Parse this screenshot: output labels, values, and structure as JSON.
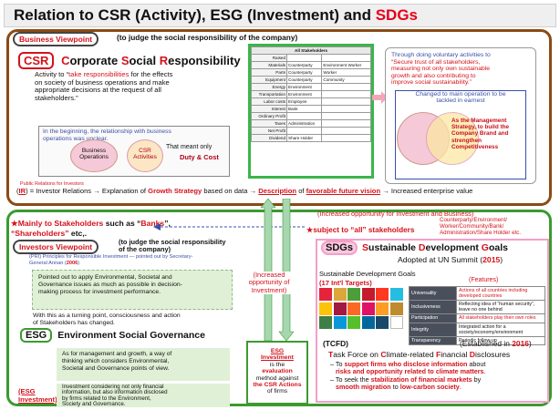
{
  "title": {
    "part1": "Relation to CSR (Activity), ESG (Investment) and ",
    "part2": "SDGs"
  },
  "business_viewpoint": {
    "label": "Business Viewpoint",
    "desc": "(to judge the social responsibility of the company)"
  },
  "csr": {
    "badge": "CSR",
    "full_c": "C",
    "full_orporate": "orporate ",
    "full_s": "S",
    "full_ocial": "ocial ",
    "full_r": "R",
    "full_esponsibility": "esponsibility",
    "line1a": "Activity to “",
    "line1b": "take responsibilities",
    "line1c": " for the effects",
    "line2": "on society of business operations and make",
    "line3": "appropriate decisions at the request of all",
    "line4": "stakeholders.”",
    "origin_line1": "In the beginning, the relationship with business",
    "origin_line2": "operations was unclear.",
    "circle_left": "Business Operations",
    "circle_right": "CSR Activities",
    "meant_only": "That meant only",
    "duty_cost": "Duty & Cost"
  },
  "ir": {
    "small_label": "Public Relations for Investors",
    "abbr": "IR",
    "line_a": " = Investor Relations → Explanation of ",
    "growth": "Growth Strategy",
    "line_b": " based on data → ",
    "description": "Description",
    "line_c": " of ",
    "future": "favorable future vision",
    "line_d": " → Increased enterprise value"
  },
  "stake_table": {
    "header": "All Stakeholders",
    "rows": [
      [
        "Raised",
        "",
        ""
      ],
      [
        "Materials",
        "Counterparty",
        "Environment Worker"
      ],
      [
        "Parts",
        "Counterparty",
        "Worker"
      ],
      [
        "Equipment",
        "Counterparty",
        "Community"
      ],
      [
        "Energy",
        "Environment",
        ""
      ],
      [
        "Transportation",
        "Environment",
        ""
      ],
      [
        "Labor costs",
        "Employee",
        ""
      ],
      [
        "Interest",
        "Bank",
        ""
      ],
      [
        "Ordinary Profit",
        "",
        ""
      ],
      [
        "Taxes",
        "Administration",
        ""
      ],
      [
        "Net Profit",
        "",
        ""
      ],
      [
        "Dividend",
        "Share Holder",
        ""
      ]
    ]
  },
  "voluntary": {
    "line1": "Through doing voluntary activities to",
    "line2": "“Secure trust of all stakeholders,",
    "line3": "measuring not only own sustainable",
    "line4": "growth and also contributing to",
    "line5": "improve social sustainability.”",
    "changed1": "Changed to main operation to be",
    "changed2": "tackled in earnest",
    "strategy1": "As the Management",
    "strategy2": "Strategy, to build the",
    "strategy3": "Company Brand and",
    "strategy4": "strengthen",
    "strategy5": "Competitiveness"
  },
  "increased_top": "Increased opportunity for Investment and Business",
  "mainly": {
    "star": "★",
    "a": "Mainly to Stakeholders",
    "b": " such as “",
    "banks": "Banks",
    "c": "”,",
    "shareholders": "“Shareholders”",
    "d": " etc,."
  },
  "subject": {
    "star": "★",
    "a": "subject to “",
    "all": "all",
    "b": "” stakeholders",
    "list1": "Counterparty/Environment/",
    "list2": "Worker/Community/Bank/",
    "list3": "Administration/Share Holder etc."
  },
  "investors_viewpoint": {
    "label": "Investors Viewpoint",
    "desc1": "(to judge the social responsibility",
    "desc2": "of the company)",
    "pri1": "(PRI) Principles for Responsible Investment — pointed out by Secretary-",
    "pri2": "General Annan (",
    "pri_year": "2006",
    "pri3": ")"
  },
  "green1": {
    "l1": "Pointed out to apply Environmental, Societal and",
    "l2": "Governance issues as much as possible in decision-",
    "l3": "making process for investment performance."
  },
  "turning": {
    "l1": "With this as a turning point, consciousness and action",
    "l2": "of Stakeholders has changed."
  },
  "esg": {
    "badge": "ESG",
    "full": "Environment Social Governance",
    "green_l1": "As for management and growth, a way of",
    "green_l2": "thinking which considers Environmental,",
    "green_l3": "Societal and Governance points of view."
  },
  "esg_investment_label": {
    "l1": "(ESG",
    "l2": "Investment)"
  },
  "green3": {
    "l1": "Investment considering not only financial",
    "l2": "information, but also information disclosed",
    "l3": "by firms related to the Environment,",
    "l4": "Society and Governance."
  },
  "increased_mid": {
    "l1": "(Increased",
    "l2": "opportunity of",
    "l3": "Investment)"
  },
  "esg_box": {
    "l1": "ESG",
    "l2": "Investment",
    "l3": "is the",
    "l4": "evaluation",
    "l5": "method against",
    "l6": "the CSR Actions",
    "l7": "of firms"
  },
  "sdgs": {
    "badge": "SDGs",
    "title_a": "S",
    "title_b": "ustainable ",
    "title_c": "D",
    "title_d": "evelopment ",
    "title_e": "G",
    "title_f": "oals",
    "adopted": "Adopted at UN Summit (",
    "year": "2015",
    "adopted_end": ")",
    "goals_line": "Sustainable Development Goals",
    "targets": "(17 Int'l Targets)",
    "features": "(Features)",
    "feature_rows": [
      [
        "Universality",
        "Actions of all countries including developed countries"
      ],
      [
        "Inclusiveness",
        "Reflecting idea of “human security”, leave no one behind"
      ],
      [
        "Participation",
        "All stakeholders play their own roles"
      ],
      [
        "Integrity",
        "Integrated action for a society/economy/environment"
      ],
      [
        "Transparency",
        "Periodic follow-up"
      ]
    ],
    "tile_colors": [
      "#e5243b",
      "#dda63a",
      "#4c9f38",
      "#c5192d",
      "#ff3a21",
      "#26bde2",
      "#fcc30b",
      "#a21942",
      "#fd6925",
      "#dd1367",
      "#fd9d24",
      "#bf8b2e",
      "#3f7e44",
      "#0a97d9",
      "#56c02b",
      "#00689d",
      "#19486a",
      "#ffffff"
    ]
  },
  "tcfd": {
    "abbr": "(TCFD)",
    "established": "(Established in ",
    "year": "2016",
    "est_end": ")",
    "full_t": "T",
    "full_a": "ask Force on ",
    "full_c": "C",
    "full_b": "limate-related ",
    "full_f": "F",
    "full_d": "inancial ",
    "full_dd": "D",
    "full_e": "isclosures",
    "b1a": "– To ",
    "b1b": "support firms who disclose information",
    "b1c": " about",
    "b1d": "risks and opportunity related to climate matters",
    "b1e": ".",
    "b2a": "– To seek the ",
    "b2b": "stabilization of financial markets",
    "b2c": " by",
    "b2d": "smooth migration",
    "b2e": " to ",
    "b2f": "low-carbon society",
    "b2g": "."
  },
  "colors": {
    "accent_red": "#d4121b",
    "frame_brown": "#8b4a14",
    "frame_green": "#3c9a2f",
    "sdg_pink": "#f39fc8",
    "light_green": "#e0f0d6"
  }
}
